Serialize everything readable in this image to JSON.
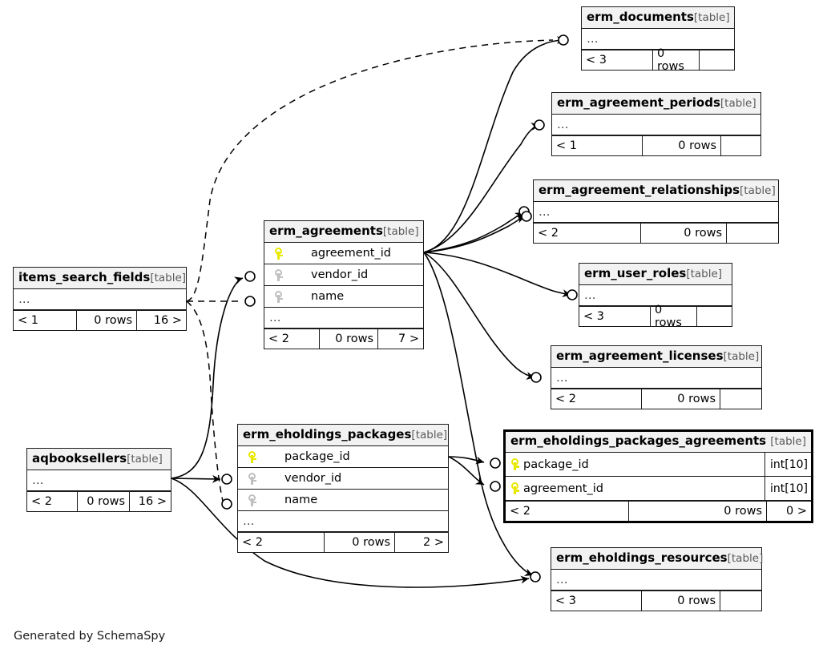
{
  "footer": {
    "text": "Generated by SchemaSpy"
  },
  "labels": {
    "table_tag": "[table]",
    "ellipsis": "…",
    "rows_suffix": "0 rows"
  },
  "colors": {
    "pk_key": "#e8e800",
    "fk_key": "#bfbfbf",
    "header_bg": "#f2f2f2",
    "border": "#1a1a1a",
    "focus_border": "#000000"
  },
  "tables": {
    "erm_documents": {
      "name": "erm_documents",
      "tag": "[table]",
      "ellipsis": "…",
      "left": "< 3",
      "rows": "0 rows",
      "right": ""
    },
    "erm_agreement_periods": {
      "name": "erm_agreement_periods",
      "tag": "[table]",
      "ellipsis": "…",
      "left": "< 1",
      "rows": "0 rows",
      "right": ""
    },
    "erm_agreement_relationships": {
      "name": "erm_agreement_relationships",
      "tag": "[table]",
      "ellipsis": "…",
      "left": "< 2",
      "rows": "0 rows",
      "right": ""
    },
    "erm_user_roles": {
      "name": "erm_user_roles",
      "tag": "[table]",
      "ellipsis": "…",
      "left": "< 3",
      "rows": "0 rows",
      "right": ""
    },
    "erm_agreement_licenses": {
      "name": "erm_agreement_licenses",
      "tag": "[table]",
      "ellipsis": "…",
      "left": "< 2",
      "rows": "0 rows",
      "right": ""
    },
    "erm_eholdings_resources": {
      "name": "erm_eholdings_resources",
      "tag": "[table]",
      "ellipsis": "…",
      "left": "< 3",
      "rows": "0 rows",
      "right": ""
    },
    "items_search_fields": {
      "name": "items_search_fields",
      "tag": "[table]",
      "ellipsis": "…",
      "left": "< 1",
      "rows": "0 rows",
      "right": "16 >"
    },
    "aqbooksellers": {
      "name": "aqbooksellers",
      "tag": "[table]",
      "ellipsis": "…",
      "left": "< 2",
      "rows": "0 rows",
      "right": "16 >"
    },
    "erm_agreements": {
      "name": "erm_agreements",
      "tag": "[table]",
      "ellipsis": "…",
      "left": "< 2",
      "rows": "0 rows",
      "right": "7 >",
      "columns": [
        {
          "name": "agreement_id",
          "key": "pk",
          "key_icon": "key-icon-primary"
        },
        {
          "name": "vendor_id",
          "key": "fk",
          "key_icon": "key-icon-foreign"
        },
        {
          "name": "name",
          "key": "fk",
          "key_icon": "key-icon-foreign"
        }
      ]
    },
    "erm_eholdings_packages": {
      "name": "erm_eholdings_packages",
      "tag": "[table]",
      "ellipsis": "…",
      "left": "< 2",
      "rows": "0 rows",
      "right": "2 >",
      "columns": [
        {
          "name": "package_id",
          "key": "pk",
          "key_icon": "key-icon-primary"
        },
        {
          "name": "vendor_id",
          "key": "fk",
          "key_icon": "key-icon-foreign"
        },
        {
          "name": "name",
          "key": "fk",
          "key_icon": "key-icon-foreign"
        }
      ]
    },
    "erm_eholdings_packages_agreements": {
      "name": "erm_eholdings_packages_agreements",
      "tag": "[table]",
      "focus": true,
      "left": "< 2",
      "rows": "0 rows",
      "right": "0 >",
      "columns": [
        {
          "name": "package_id",
          "key": "pk",
          "key_icon": "key-icon-primary",
          "type": "int[10]"
        },
        {
          "name": "agreement_id",
          "key": "pk",
          "key_icon": "key-icon-primary",
          "type": "int[10]"
        }
      ]
    }
  }
}
